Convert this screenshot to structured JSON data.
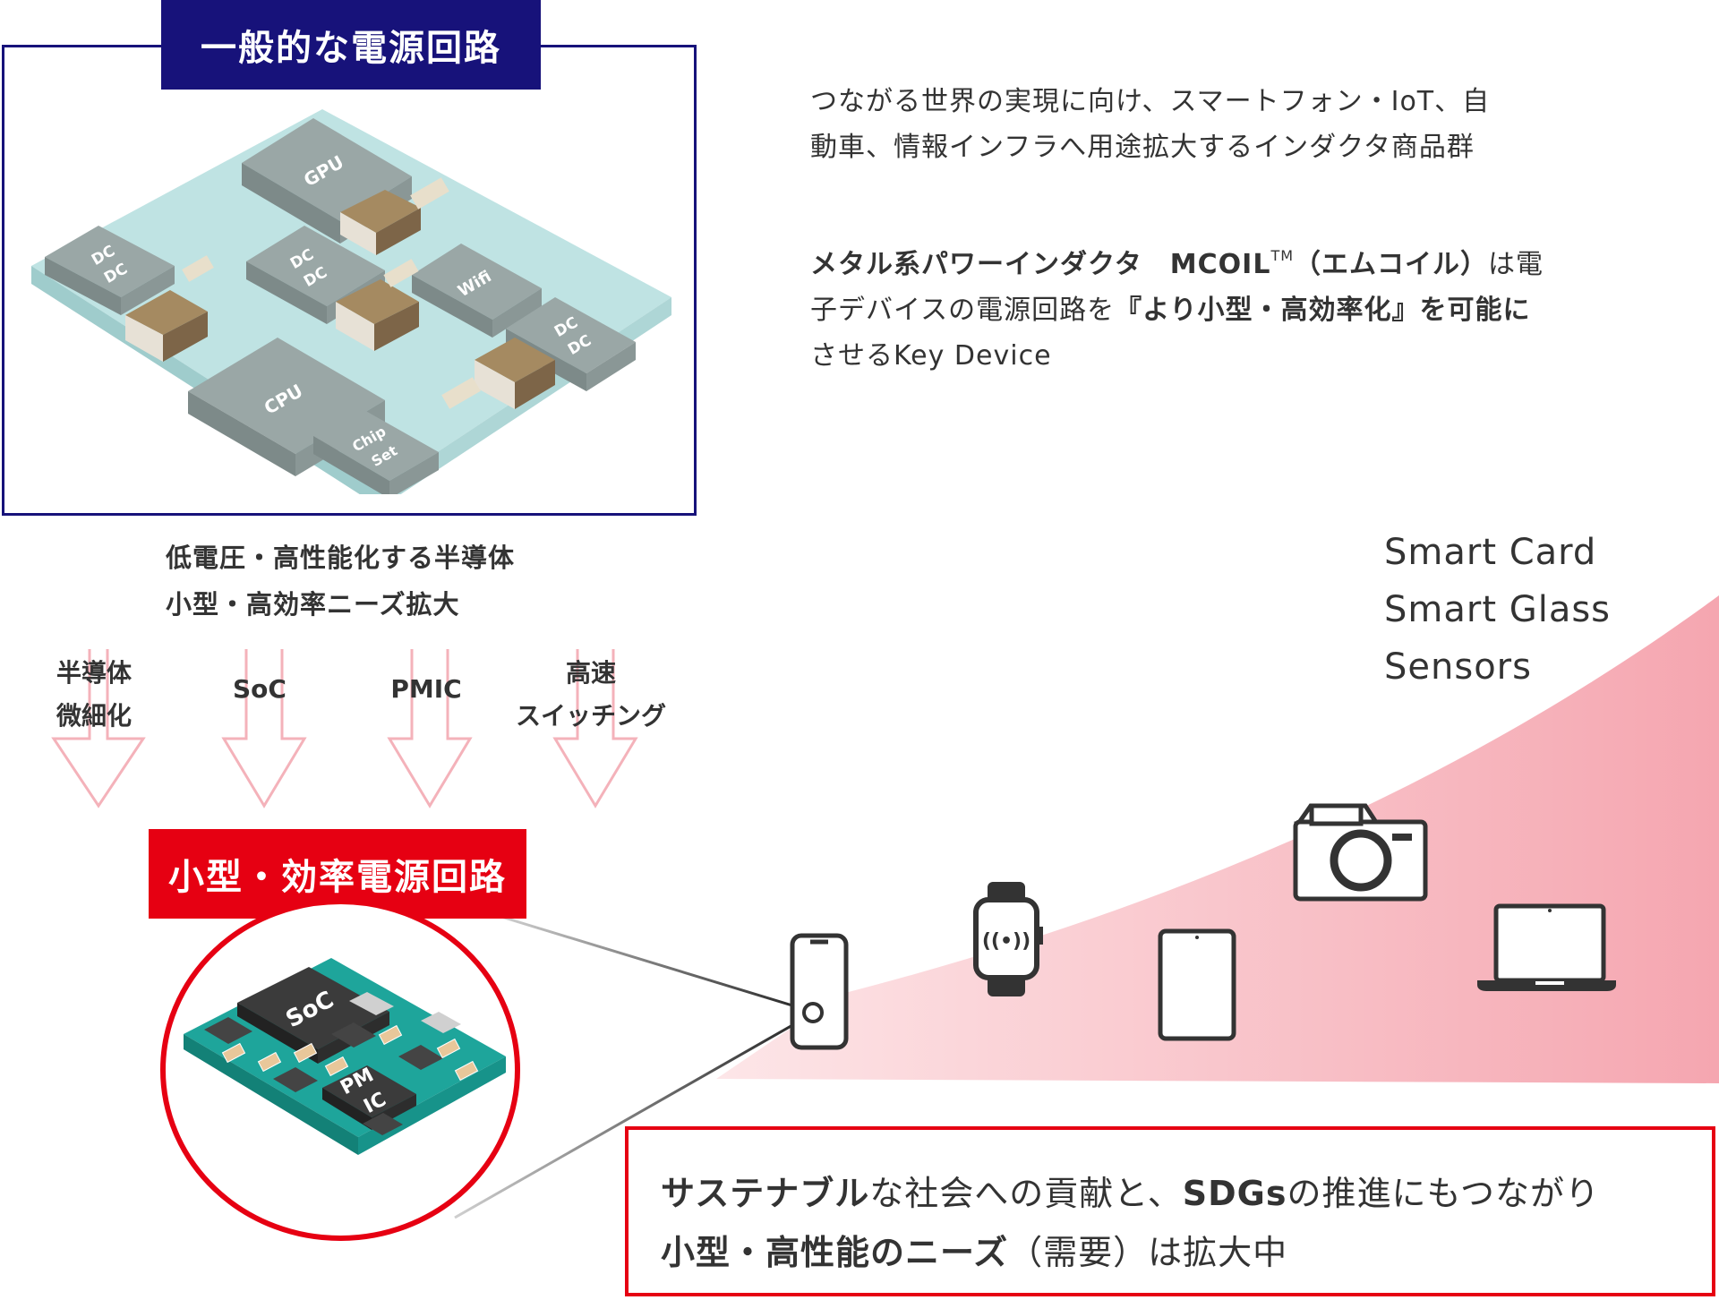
{
  "general": {
    "title": "一般的な電源回路",
    "chips": {
      "gpu": "GPU",
      "dcdc": "DC\nDC",
      "wifi": "Wifi",
      "cpu": "CPU",
      "chipset": "Chip\nSet"
    }
  },
  "description": {
    "line1": "つながる世界の実現に向け、スマートフォン・IoT、自",
    "line2": "動車、情報インフラへ用途拡大するインダクタ商品群",
    "bold_product": "メタル系パワーインダクタ　MCOIL",
    "tm": "TM",
    "product_tail": "（エムコイル）",
    "plain1": "は電",
    "line4_a": "子デバイスの電源回路を",
    "line4_bold": "『より小型・高効率化』を可能に",
    "line5": "させるKey Device"
  },
  "mid": {
    "line1": "低電圧・高性能化する半導体",
    "line2": "小型・高効率ニーズ拡大"
  },
  "factors": [
    {
      "line1": "半導体",
      "line2": "微細化"
    },
    {
      "line1": "SoC",
      "line2": ""
    },
    {
      "line1": "PMIC",
      "line2": ""
    },
    {
      "line1": "高速",
      "line2": "スイッチング"
    }
  ],
  "small": {
    "title": "小型・効率電源回路",
    "soc": "SoC",
    "pmic_1": "PM",
    "pmic_2": "IC"
  },
  "devices": {
    "items": [
      "Smart Card",
      "Smart Glass",
      "Sensors"
    ],
    "icons": [
      "smartphone-icon",
      "smartwatch-icon",
      "tablet-icon",
      "camera-icon",
      "laptop-icon"
    ]
  },
  "message": {
    "bold1": "サステナブル",
    "text1": "な社会への貢献と、",
    "bold2": "SDGs",
    "text2": "の推進にもつながり",
    "bold3": "小型・高性能のニーズ",
    "text3": "（需要）は拡大中"
  },
  "colors": {
    "navy": "#17127a",
    "red": "#e60012",
    "board": "#bfe3e3",
    "chip": "#9aa7a6",
    "inductor": "#8c7553",
    "gradient_pink": "#f5aab2"
  }
}
